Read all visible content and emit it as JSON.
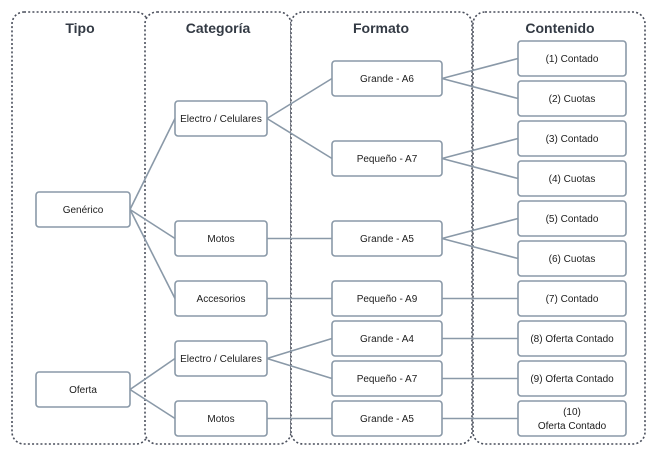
{
  "headers": {
    "tipo": "Tipo",
    "categoria": "Categoría",
    "formato": "Formato",
    "contenido": "Contenido"
  },
  "nodes": {
    "tipo_generico": "Genérico",
    "tipo_oferta": "Oferta",
    "cat_electro_1": "Electro / Celulares",
    "cat_motos_1": "Motos",
    "cat_accesorios": "Accesorios",
    "cat_electro_2": "Electro / Celulares",
    "cat_motos_2": "Motos",
    "fmt_grande_a6": "Grande  -  A6",
    "fmt_pequeno_a7_1": "Pequeño  -  A7",
    "fmt_grande_a5_1": "Grande  -  A5",
    "fmt_pequeno_a9": "Pequeño  -  A9",
    "fmt_grande_a4": "Grande  -  A4",
    "fmt_pequeno_a7_2": "Pequeño  -  A7",
    "fmt_grande_a5_2": "Grande  -  A5",
    "cont_1": "(1)   Contado",
    "cont_2": "(2)   Cuotas",
    "cont_3": "(3)   Contado",
    "cont_4": "(4)   Cuotas",
    "cont_5": "(5)    Contado",
    "cont_6": "(6)    Cuotas",
    "cont_7": "(7)   Contado",
    "cont_8": "(8)   Oferta Contado",
    "cont_9": "(9)   Oferta Contado",
    "cont_10_line1": "(10)",
    "cont_10_line2": "Oferta Contado"
  },
  "edges": [
    [
      "tipo_generico",
      "cat_electro_1"
    ],
    [
      "tipo_generico",
      "cat_motos_1"
    ],
    [
      "tipo_generico",
      "cat_accesorios"
    ],
    [
      "tipo_oferta",
      "cat_electro_2"
    ],
    [
      "tipo_oferta",
      "cat_motos_2"
    ],
    [
      "cat_electro_1",
      "fmt_grande_a6"
    ],
    [
      "cat_electro_1",
      "fmt_pequeno_a7_1"
    ],
    [
      "cat_motos_1",
      "fmt_grande_a5_1"
    ],
    [
      "cat_accesorios",
      "fmt_pequeno_a9"
    ],
    [
      "cat_electro_2",
      "fmt_grande_a4"
    ],
    [
      "cat_electro_2",
      "fmt_pequeno_a7_2"
    ],
    [
      "cat_motos_2",
      "fmt_grande_a5_2"
    ],
    [
      "fmt_grande_a6",
      "cont_1"
    ],
    [
      "fmt_grande_a6",
      "cont_2"
    ],
    [
      "fmt_pequeno_a7_1",
      "cont_3"
    ],
    [
      "fmt_pequeno_a7_1",
      "cont_4"
    ],
    [
      "fmt_grande_a5_1",
      "cont_5"
    ],
    [
      "fmt_grande_a5_1",
      "cont_6"
    ],
    [
      "fmt_pequeno_a9",
      "cont_7"
    ],
    [
      "fmt_grande_a4",
      "cont_8"
    ],
    [
      "fmt_pequeno_a7_2",
      "cont_9"
    ],
    [
      "fmt_grande_a5_2",
      "cont_10"
    ]
  ]
}
